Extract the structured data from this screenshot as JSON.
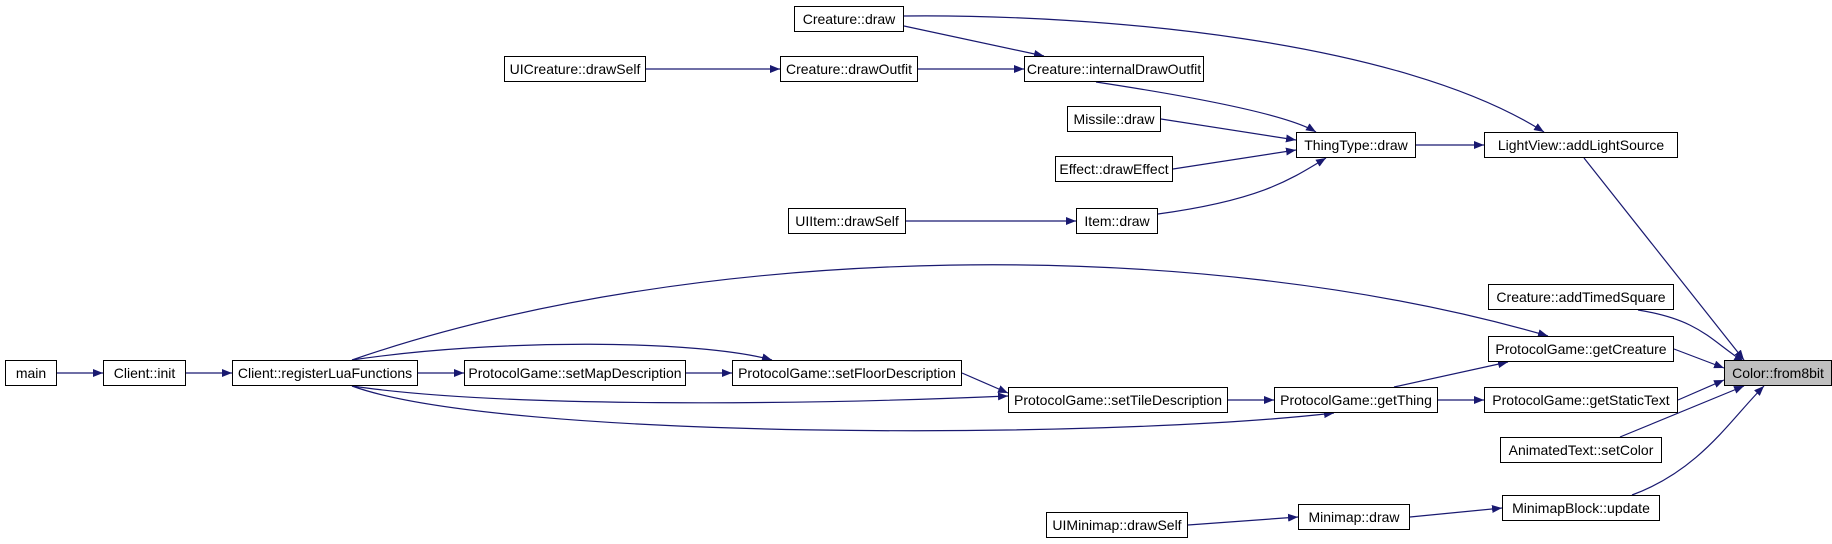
{
  "colors": {
    "edge": "#191970",
    "node_border": "#000000",
    "target_fill": "#bfbfbf"
  },
  "target": "color-from8bit",
  "nodes": [
    {
      "id": "main",
      "label": "main"
    },
    {
      "id": "client-init",
      "label": "Client::init"
    },
    {
      "id": "client-registerluafunctions",
      "label": "Client::registerLuaFunctions"
    },
    {
      "id": "protocolgame-setmapdescription",
      "label": "ProtocolGame::setMapDescription"
    },
    {
      "id": "protocolgame-setfloordescription",
      "label": "ProtocolGame::setFloorDescription"
    },
    {
      "id": "protocolgame-settiledescription",
      "label": "ProtocolGame::setTileDescription"
    },
    {
      "id": "protocolgame-getthing",
      "label": "ProtocolGame::getThing"
    },
    {
      "id": "protocolgame-getstatictext",
      "label": "ProtocolGame::getStaticText"
    },
    {
      "id": "protocolgame-getcreature",
      "label": "ProtocolGame::getCreature"
    },
    {
      "id": "color-from8bit",
      "label": "Color::from8bit"
    },
    {
      "id": "creature-draw",
      "label": "Creature::draw"
    },
    {
      "id": "uicreature-drawself",
      "label": "UICreature::drawSelf"
    },
    {
      "id": "creature-drawoutfit",
      "label": "Creature::drawOutfit"
    },
    {
      "id": "creature-internaldrawoutfit",
      "label": "Creature::internalDrawOutfit"
    },
    {
      "id": "missile-draw",
      "label": "Missile::draw"
    },
    {
      "id": "effect-draweffect",
      "label": "Effect::drawEffect"
    },
    {
      "id": "uiitem-drawself",
      "label": "UIItem::drawSelf"
    },
    {
      "id": "item-draw",
      "label": "Item::draw"
    },
    {
      "id": "thingtype-draw",
      "label": "ThingType::draw"
    },
    {
      "id": "lightview-addlightsource",
      "label": "LightView::addLightSource"
    },
    {
      "id": "creature-addtimedsquare",
      "label": "Creature::addTimedSquare"
    },
    {
      "id": "animatedtext-setcolor",
      "label": "AnimatedText::setColor"
    },
    {
      "id": "minimapblock-update",
      "label": "MinimapBlock::update"
    },
    {
      "id": "uiminimap-drawself",
      "label": "UIMinimap::drawSelf"
    },
    {
      "id": "minimap-draw",
      "label": "Minimap::draw"
    }
  ],
  "edges": [
    {
      "from": "main",
      "to": "client-init"
    },
    {
      "from": "client-init",
      "to": "client-registerluafunctions"
    },
    {
      "from": "client-registerluafunctions",
      "to": "protocolgame-setmapdescription"
    },
    {
      "from": "protocolgame-setmapdescription",
      "to": "protocolgame-setfloordescription"
    },
    {
      "from": "client-registerluafunctions",
      "to": "protocolgame-setfloordescription"
    },
    {
      "from": "protocolgame-setfloordescription",
      "to": "protocolgame-settiledescription"
    },
    {
      "from": "client-registerluafunctions",
      "to": "protocolgame-settiledescription"
    },
    {
      "from": "protocolgame-settiledescription",
      "to": "protocolgame-getthing"
    },
    {
      "from": "client-registerluafunctions",
      "to": "protocolgame-getthing"
    },
    {
      "from": "client-registerluafunctions",
      "to": "protocolgame-getcreature"
    },
    {
      "from": "protocolgame-getthing",
      "to": "protocolgame-getcreature"
    },
    {
      "from": "protocolgame-getthing",
      "to": "protocolgame-getstatictext"
    },
    {
      "from": "protocolgame-getcreature",
      "to": "color-from8bit"
    },
    {
      "from": "protocolgame-getstatictext",
      "to": "color-from8bit"
    },
    {
      "from": "uicreature-drawself",
      "to": "creature-drawoutfit"
    },
    {
      "from": "creature-drawoutfit",
      "to": "creature-internaldrawoutfit"
    },
    {
      "from": "creature-draw",
      "to": "creature-internaldrawoutfit"
    },
    {
      "from": "creature-draw",
      "to": "lightview-addlightsource"
    },
    {
      "from": "creature-internaldrawoutfit",
      "to": "thingtype-draw"
    },
    {
      "from": "missile-draw",
      "to": "thingtype-draw"
    },
    {
      "from": "effect-draweffect",
      "to": "thingtype-draw"
    },
    {
      "from": "uiitem-drawself",
      "to": "item-draw"
    },
    {
      "from": "item-draw",
      "to": "thingtype-draw"
    },
    {
      "from": "thingtype-draw",
      "to": "lightview-addlightsource"
    },
    {
      "from": "lightview-addlightsource",
      "to": "color-from8bit"
    },
    {
      "from": "creature-addtimedsquare",
      "to": "color-from8bit"
    },
    {
      "from": "animatedtext-setcolor",
      "to": "color-from8bit"
    },
    {
      "from": "minimapblock-update",
      "to": "color-from8bit"
    },
    {
      "from": "uiminimap-drawself",
      "to": "minimap-draw"
    },
    {
      "from": "minimap-draw",
      "to": "minimapblock-update"
    }
  ]
}
